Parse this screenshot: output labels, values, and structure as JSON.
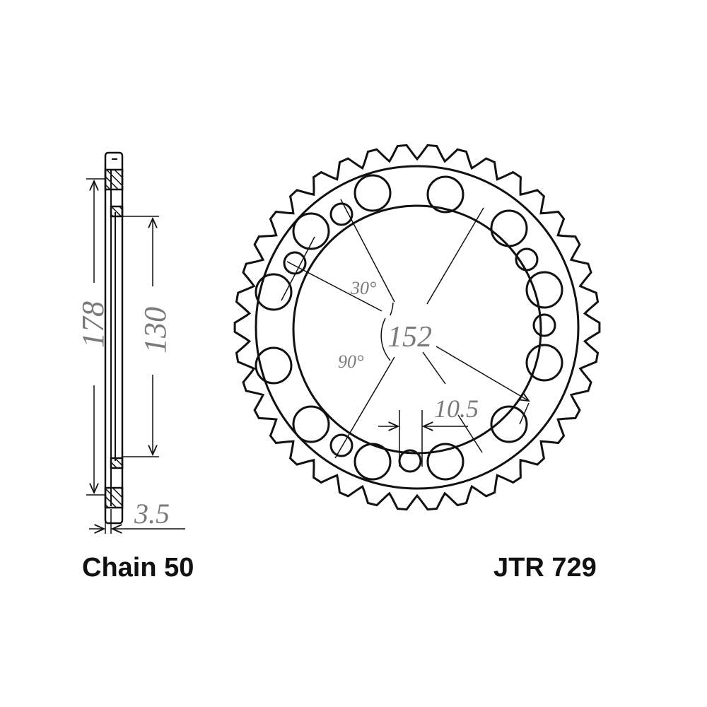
{
  "side_view": {
    "dim_outer": "178",
    "dim_inner": "130",
    "dim_thickness": "3.5"
  },
  "front_view": {
    "angle_1": "30°",
    "bolt_circle": "152",
    "angle_2": "90°",
    "bolt_hole": "10.5"
  },
  "labels": {
    "chain": "Chain 50",
    "part_number": "JTR 729"
  },
  "colors": {
    "line": "#111111",
    "dimension_text": "#7a7a7a"
  }
}
